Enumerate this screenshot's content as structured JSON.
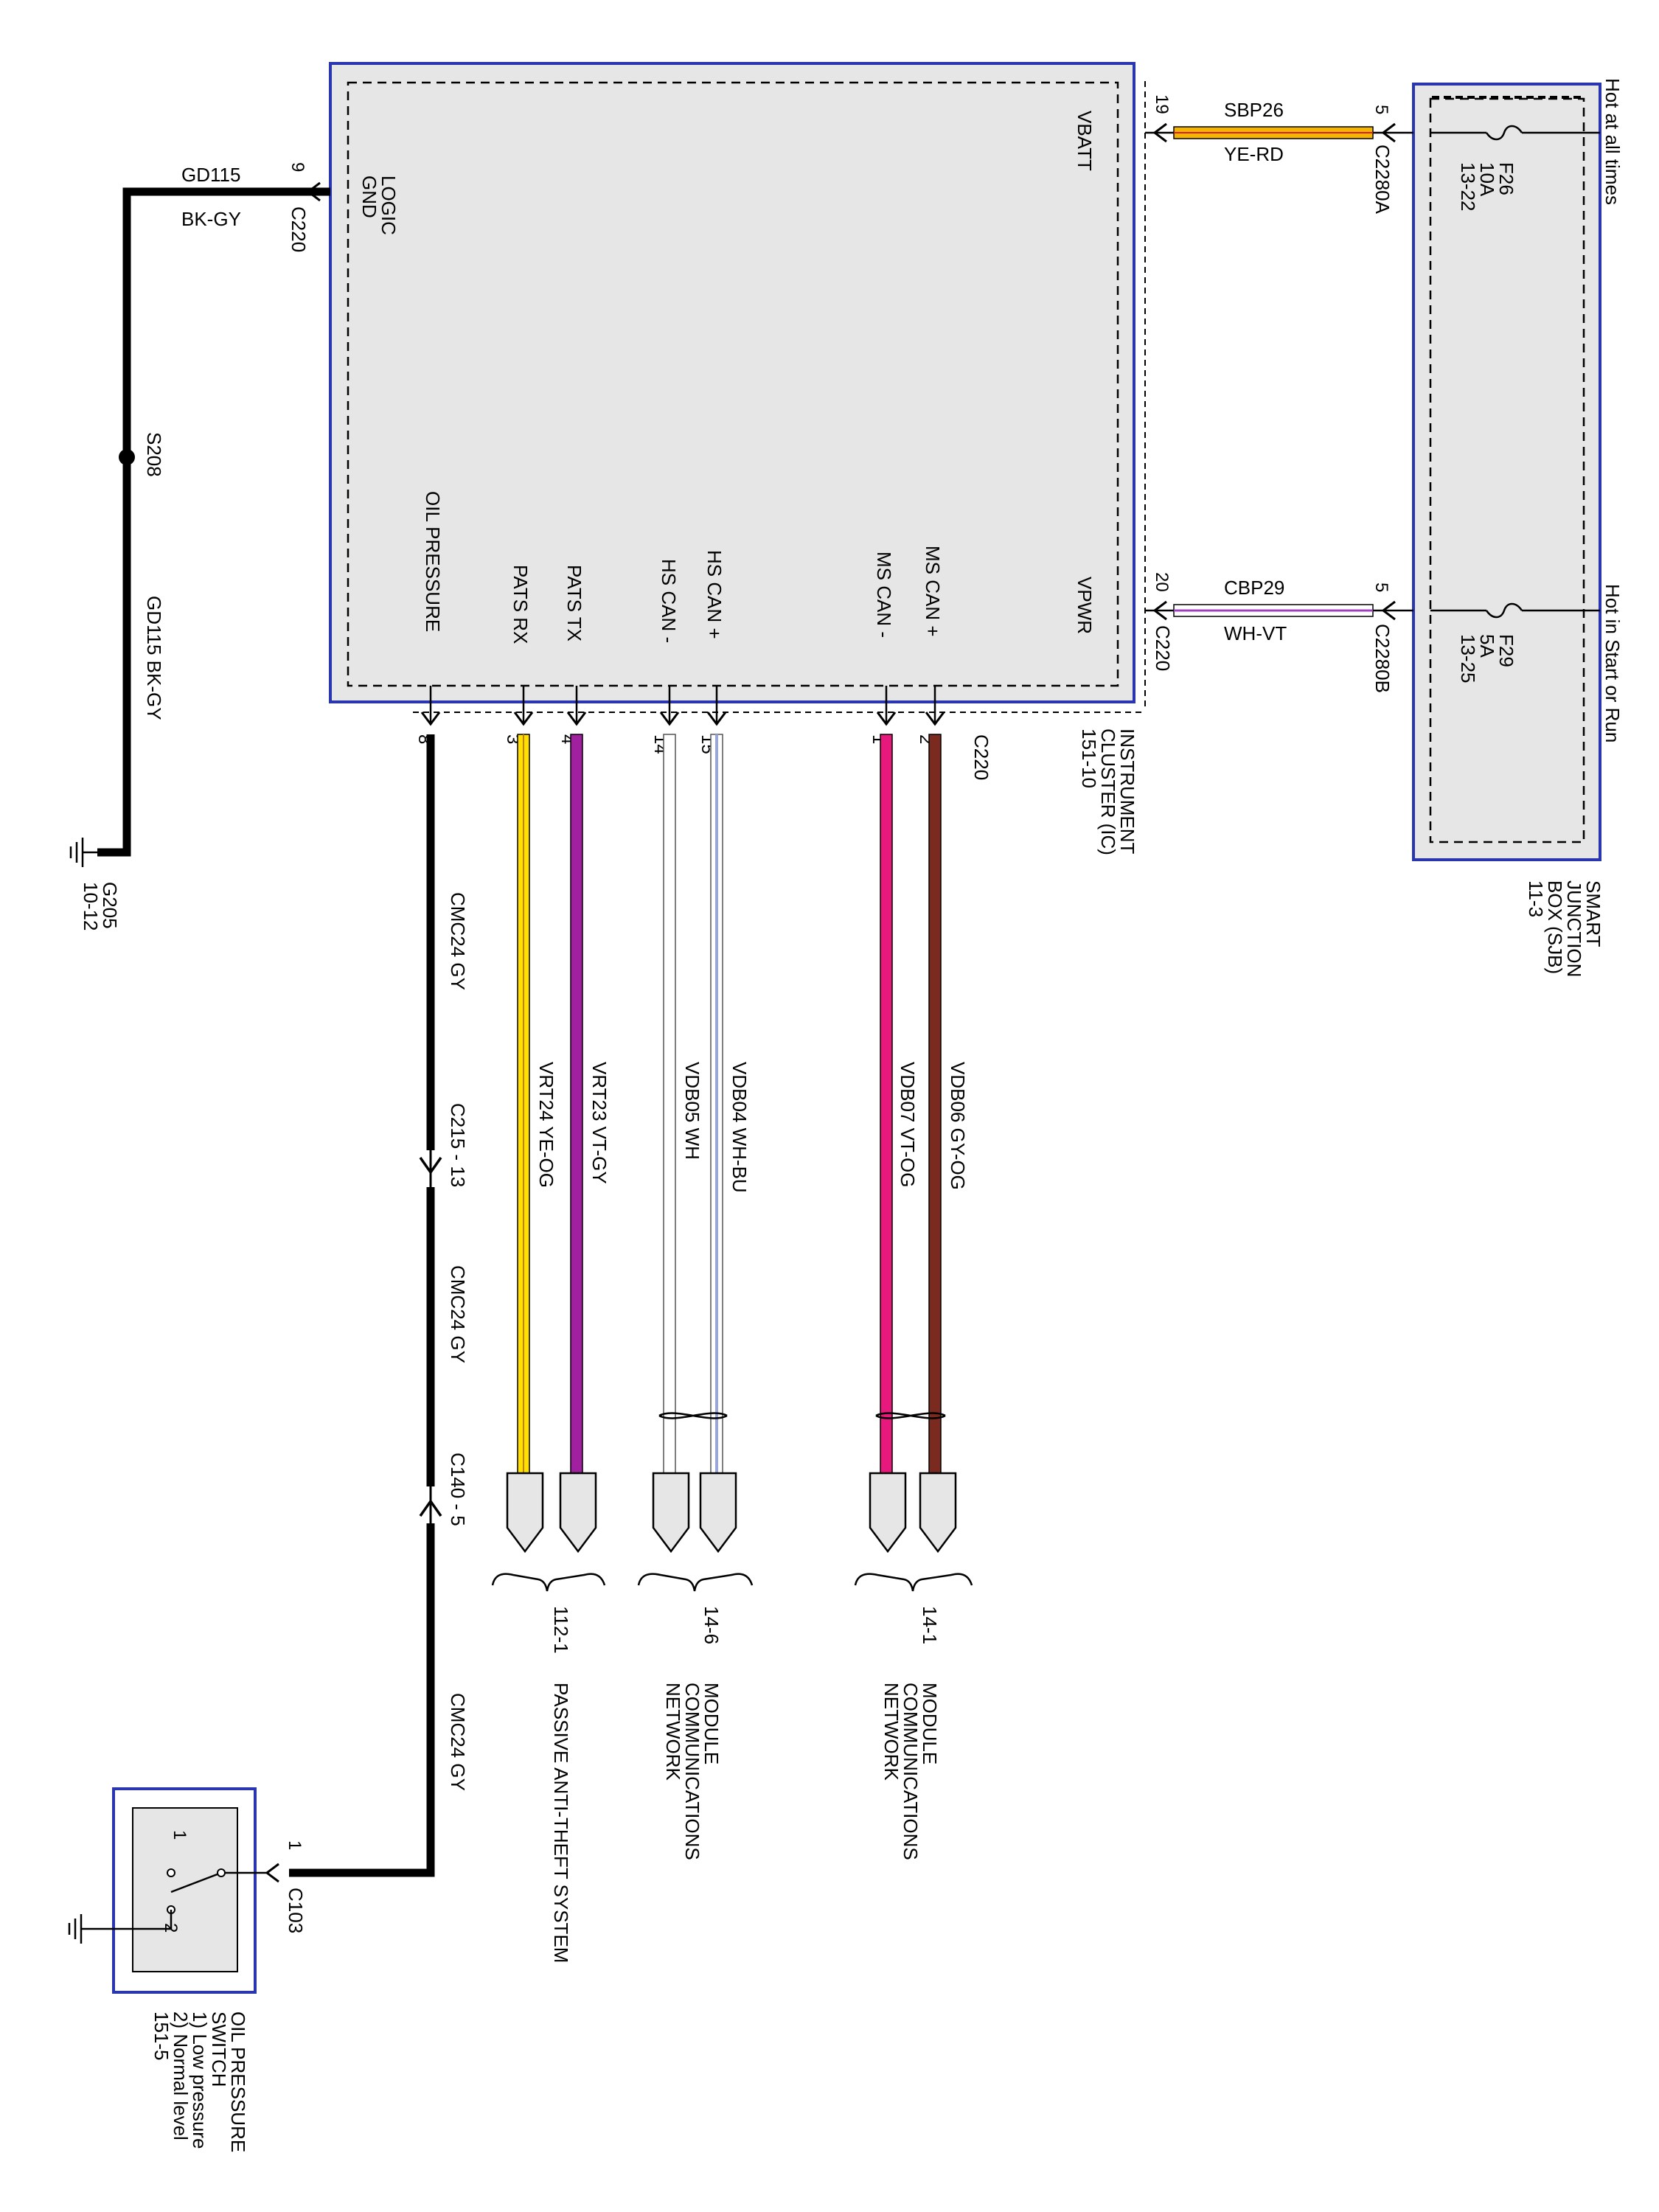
{
  "instrument_cluster": {
    "name_lines": [
      "INSTRUMENT",
      "CLUSTER (IC)",
      "151-10"
    ],
    "pins": {
      "vbatt": "VBATT",
      "vpwr": "VPWR",
      "logic_gnd_1": "LOGIC",
      "logic_gnd_2": "GND",
      "oil_pressure": "OIL PRESSURE",
      "pats_rx": "PATS RX",
      "pats_tx": "PATS TX",
      "hs_can_minus": "HS CAN -",
      "hs_can_plus": "HS CAN +",
      "ms_can_minus": "MS CAN -",
      "ms_can_plus": "MS CAN +"
    }
  },
  "sjb": {
    "name_lines": [
      "SMART",
      "JUNCTION",
      "BOX (SJB)",
      "11-3"
    ],
    "hot_at_all_times": "Hot at all times",
    "hot_in_start_or_run": "Hot in Start or Run",
    "fuse_f26": [
      "F26",
      "10A",
      "13-22"
    ],
    "fuse_f29": [
      "F29",
      "5A",
      "13-25"
    ]
  },
  "circuits": {
    "sbp26": {
      "pin_ic": "19",
      "name": "SBP26",
      "color": "YE-RD",
      "pin_sjb": "5",
      "connector": "C2280A"
    },
    "cbp29": {
      "pin_ic": "20",
      "name": "CBP29",
      "color": "WH-VT",
      "pin_sjb": "5",
      "connector_ic": "C220",
      "connector": "C2280B"
    },
    "gd115": {
      "pin": "9",
      "name": "GD115",
      "color": "BK-GY",
      "connector": "C220",
      "splice": "S208",
      "label2": "GD115   BK-GY",
      "ground": "G205",
      "ground_ref": "10-12"
    },
    "bottom_connector": "C220",
    "pins": {
      "p8": "8",
      "p3": "3",
      "p4": "4",
      "p14": "14",
      "p15": "15",
      "p1": "1",
      "p2": "2"
    },
    "vdb06": "VDB06    GY-OG",
    "vdb07": "VDB07    VT-OG",
    "vdb04": "VDB04    WH-BU",
    "vdb05": "VDB05    WH",
    "vrt23": "VRT23    VT-GY",
    "vrt24": "VRT24    YE-OG",
    "cmc24": "CMC24    GY",
    "c215": "C215 - 13",
    "c140": "C140 - 5"
  },
  "destinations": {
    "mcn1": {
      "ref": "14-1",
      "lines": [
        "MODULE",
        "COMMUNICATIONS",
        "NETWORK"
      ]
    },
    "mcn2": {
      "ref": "14-6",
      "lines": [
        "MODULE",
        "COMMUNICATIONS",
        "NETWORK"
      ]
    },
    "pats": {
      "ref": "112-1",
      "line": "PASSIVE ANTI-THEFT SYSTEM"
    }
  },
  "oil_switch": {
    "pin": "1",
    "connector": "C103",
    "sw_pin1": "1",
    "sw_pin2": "2",
    "name_lines": [
      "OIL PRESSURE",
      "SWITCH",
      "1) Low pressure",
      "2) Normal level",
      "151-5"
    ]
  },
  "colors": {
    "module_border": "#2a35b0",
    "module_fill": "#e6e6e6",
    "ye_rd": "#f4b400",
    "pink": "#e8197c",
    "brown": "#7a2a1e",
    "violet": "#a020a0",
    "yellow": "#ffe000",
    "wh_bu": "#9aa6d8"
  }
}
